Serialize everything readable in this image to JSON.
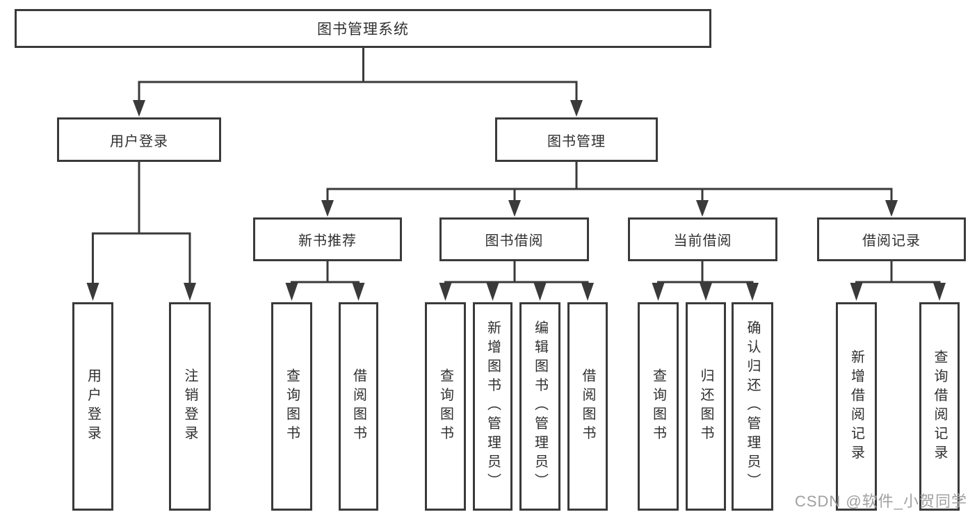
{
  "tree": {
    "label": "图书管理系统",
    "children": [
      {
        "label": "用户登录",
        "children": [
          {
            "label": "用户登录"
          },
          {
            "label": "注销登录"
          }
        ]
      },
      {
        "label": "图书管理",
        "children": [
          {
            "label": "新书推荐",
            "children": [
              {
                "label": "查询图书"
              },
              {
                "label": "借阅图书"
              }
            ]
          },
          {
            "label": "图书借阅",
            "children": [
              {
                "label": "查询图书"
              },
              {
                "label": "新增图书（管理员）"
              },
              {
                "label": "编辑图书（管理员）"
              },
              {
                "label": "借阅图书"
              }
            ]
          },
          {
            "label": "当前借阅",
            "children": [
              {
                "label": "查询图书"
              },
              {
                "label": "归还图书"
              },
              {
                "label": "确认归还（管理员）"
              }
            ]
          },
          {
            "label": "借阅记录",
            "children": [
              {
                "label": "新增借阅记录"
              },
              {
                "label": "查询借阅记录"
              }
            ]
          }
        ]
      }
    ]
  },
  "watermark": {
    "text": "CSDN @软件_小贺同学"
  },
  "colors": {
    "line": "#3a3a3a",
    "box_border": "#3a3a3a",
    "text": "#2f2f2f",
    "watermark": "#a0a0a0",
    "background": "#ffffff"
  }
}
